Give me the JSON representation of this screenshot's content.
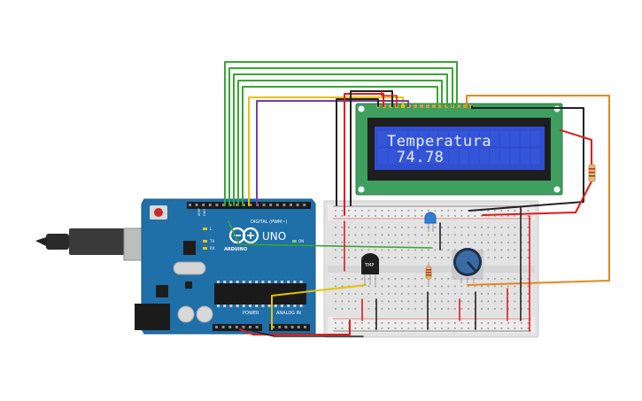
{
  "lcd": {
    "line1": "Temperatura",
    "line2": " 74.78"
  },
  "arduino": {
    "model": "UNO",
    "brand": "ARDUINO",
    "digital_label": "DIGITAL (PWM~)",
    "power_label": "POWER",
    "analog_label": "ANALOG IN",
    "tx_label": "TX",
    "rx_label": "RX",
    "l_label": "L",
    "on_label": "ON",
    "aref_label": "AREF",
    "gnd_label": "GND"
  },
  "sensor": {
    "label": "TMP"
  },
  "colors": {
    "board_blue": "#1f6fa8",
    "lcd_green": "#3f9f5f",
    "lcd_screen": "#2f4fd0",
    "breadboard": "#e6e6e6",
    "wire_green": "#3aa535",
    "wire_yellow": "#e8c100",
    "wire_purple": "#7a3ea0",
    "wire_orange": "#e6871e",
    "wire_red": "#e01b1b",
    "wire_black": "#222222"
  }
}
